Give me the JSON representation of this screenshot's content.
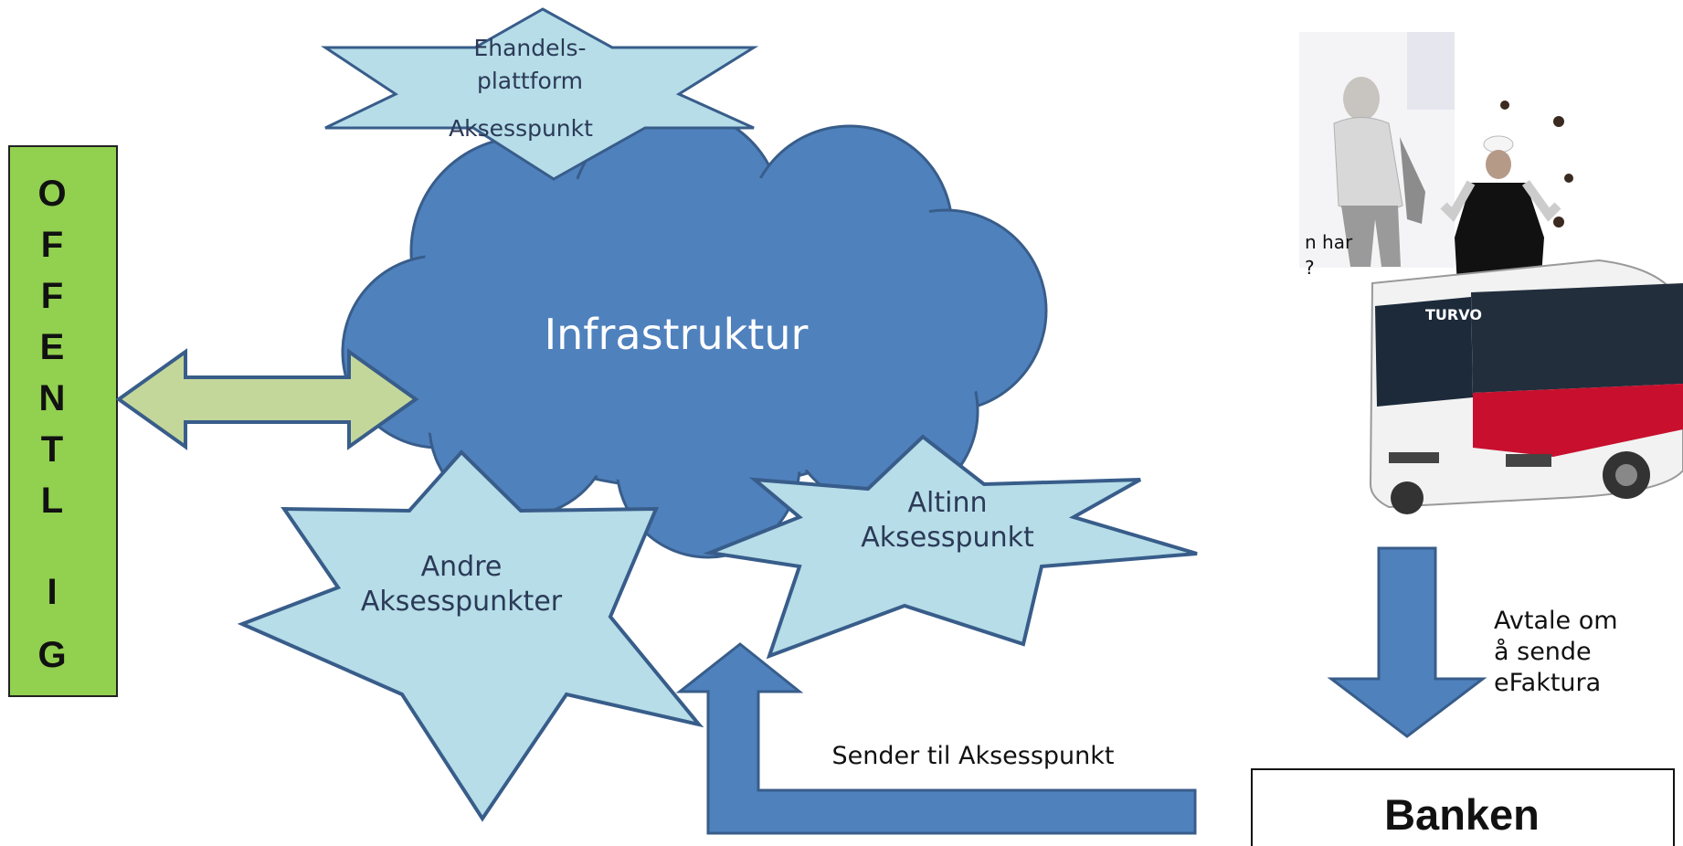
{
  "offentlig_letters": [
    "O",
    "F",
    "F",
    "E",
    "N",
    "T",
    "L",
    "I",
    "G"
  ],
  "cloud_label": "Infrastruktur",
  "stars": {
    "ehandel_line1": "Ehandels-",
    "ehandel_line2": "plattform",
    "ehandel_line3": "Aksesspunkt",
    "andre_line1": "Andre",
    "andre_line2": "Aksesspunkter",
    "altinn_line1": "Altinn",
    "altinn_line2": "Aksesspunkt"
  },
  "sender_label": "Sender til Aksesspunkt",
  "avtale_line1": "Avtale om",
  "avtale_line2": "å sende",
  "avtale_line3": "eFaktura",
  "bank_label": "Banken",
  "photo_caption_fragment_1": "n har",
  "photo_caption_fragment_2": "?",
  "bus_sign_fragment": "TURVO",
  "colors": {
    "offentlig_fill": "#92d050",
    "cloud_fill": "#4f81bd",
    "star_fill": "#b6dde8",
    "outline": "#385d8a",
    "double_arrow_fill": "#c4d79b",
    "flow_arrow_fill": "#4f81bd"
  }
}
